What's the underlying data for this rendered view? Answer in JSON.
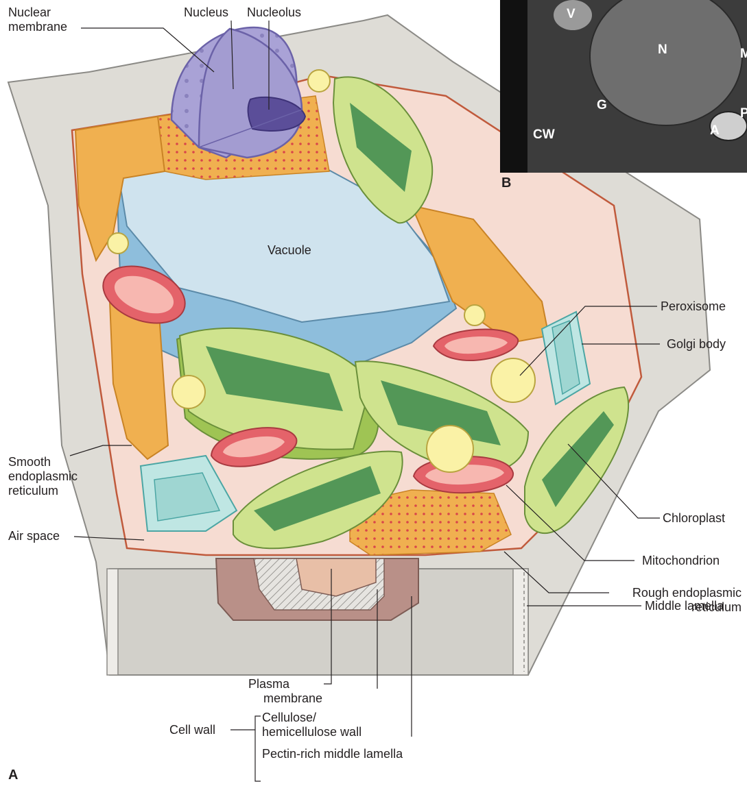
{
  "panels": {
    "a": "A",
    "b": "B"
  },
  "labels": {
    "nuclear_membrane_1": "Nuclear",
    "nuclear_membrane_2": "membrane",
    "nucleus": "Nucleus",
    "nucleolus": "Nucleolus",
    "vacuole": "Vacuole",
    "peroxisome": "Peroxisome",
    "golgi": "Golgi body",
    "smooth_er_1": "Smooth",
    "smooth_er_2": "endoplasmic",
    "smooth_er_3": "reticulum",
    "air_space": "Air space",
    "chloroplast": "Chloroplast",
    "mitochondrion": "Mitochondrion",
    "rough_er_1": "Rough endoplasmic",
    "rough_er_2": "reticulum",
    "middle_lamella": "Middle lamella",
    "plasma_membrane_1": "Plasma",
    "plasma_membrane_2": "membrane",
    "cell_wall": "Cell wall",
    "cellulose_1": "Cellulose/",
    "cellulose_2": "hemicellulose wall",
    "pectin": "Pectin-rich middle lamella"
  },
  "micrograph_labels": {
    "v": "V",
    "n": "N",
    "m": "M",
    "g": "G",
    "cw": "CW",
    "a": "A",
    "edge": "P"
  },
  "colors": {
    "wall": "#dedcd6",
    "wall_edge": "#8b8a86",
    "cytoplasm": "#f6dcd2",
    "vacuole_light": "#cfe3ee",
    "vacuole_dark": "#8ebedc",
    "chloroplast": "#cfe38e",
    "chloroplast_dark": "#9fc454",
    "thylakoid": "#3d8a4e",
    "mitochondrion": "#e4636a",
    "mito_inner": "#f7b7b0",
    "er": "#f0b050",
    "er_dark": "#c98325",
    "golgi": "#bfe6e3",
    "golgi_edge": "#4ba6a4",
    "nucleus": "#a39cd1",
    "nucleolus": "#5b4e99",
    "peroxisome": "#faf2a6",
    "pectin": "#b99088",
    "plasma_membrane": "#e8bfa7"
  }
}
